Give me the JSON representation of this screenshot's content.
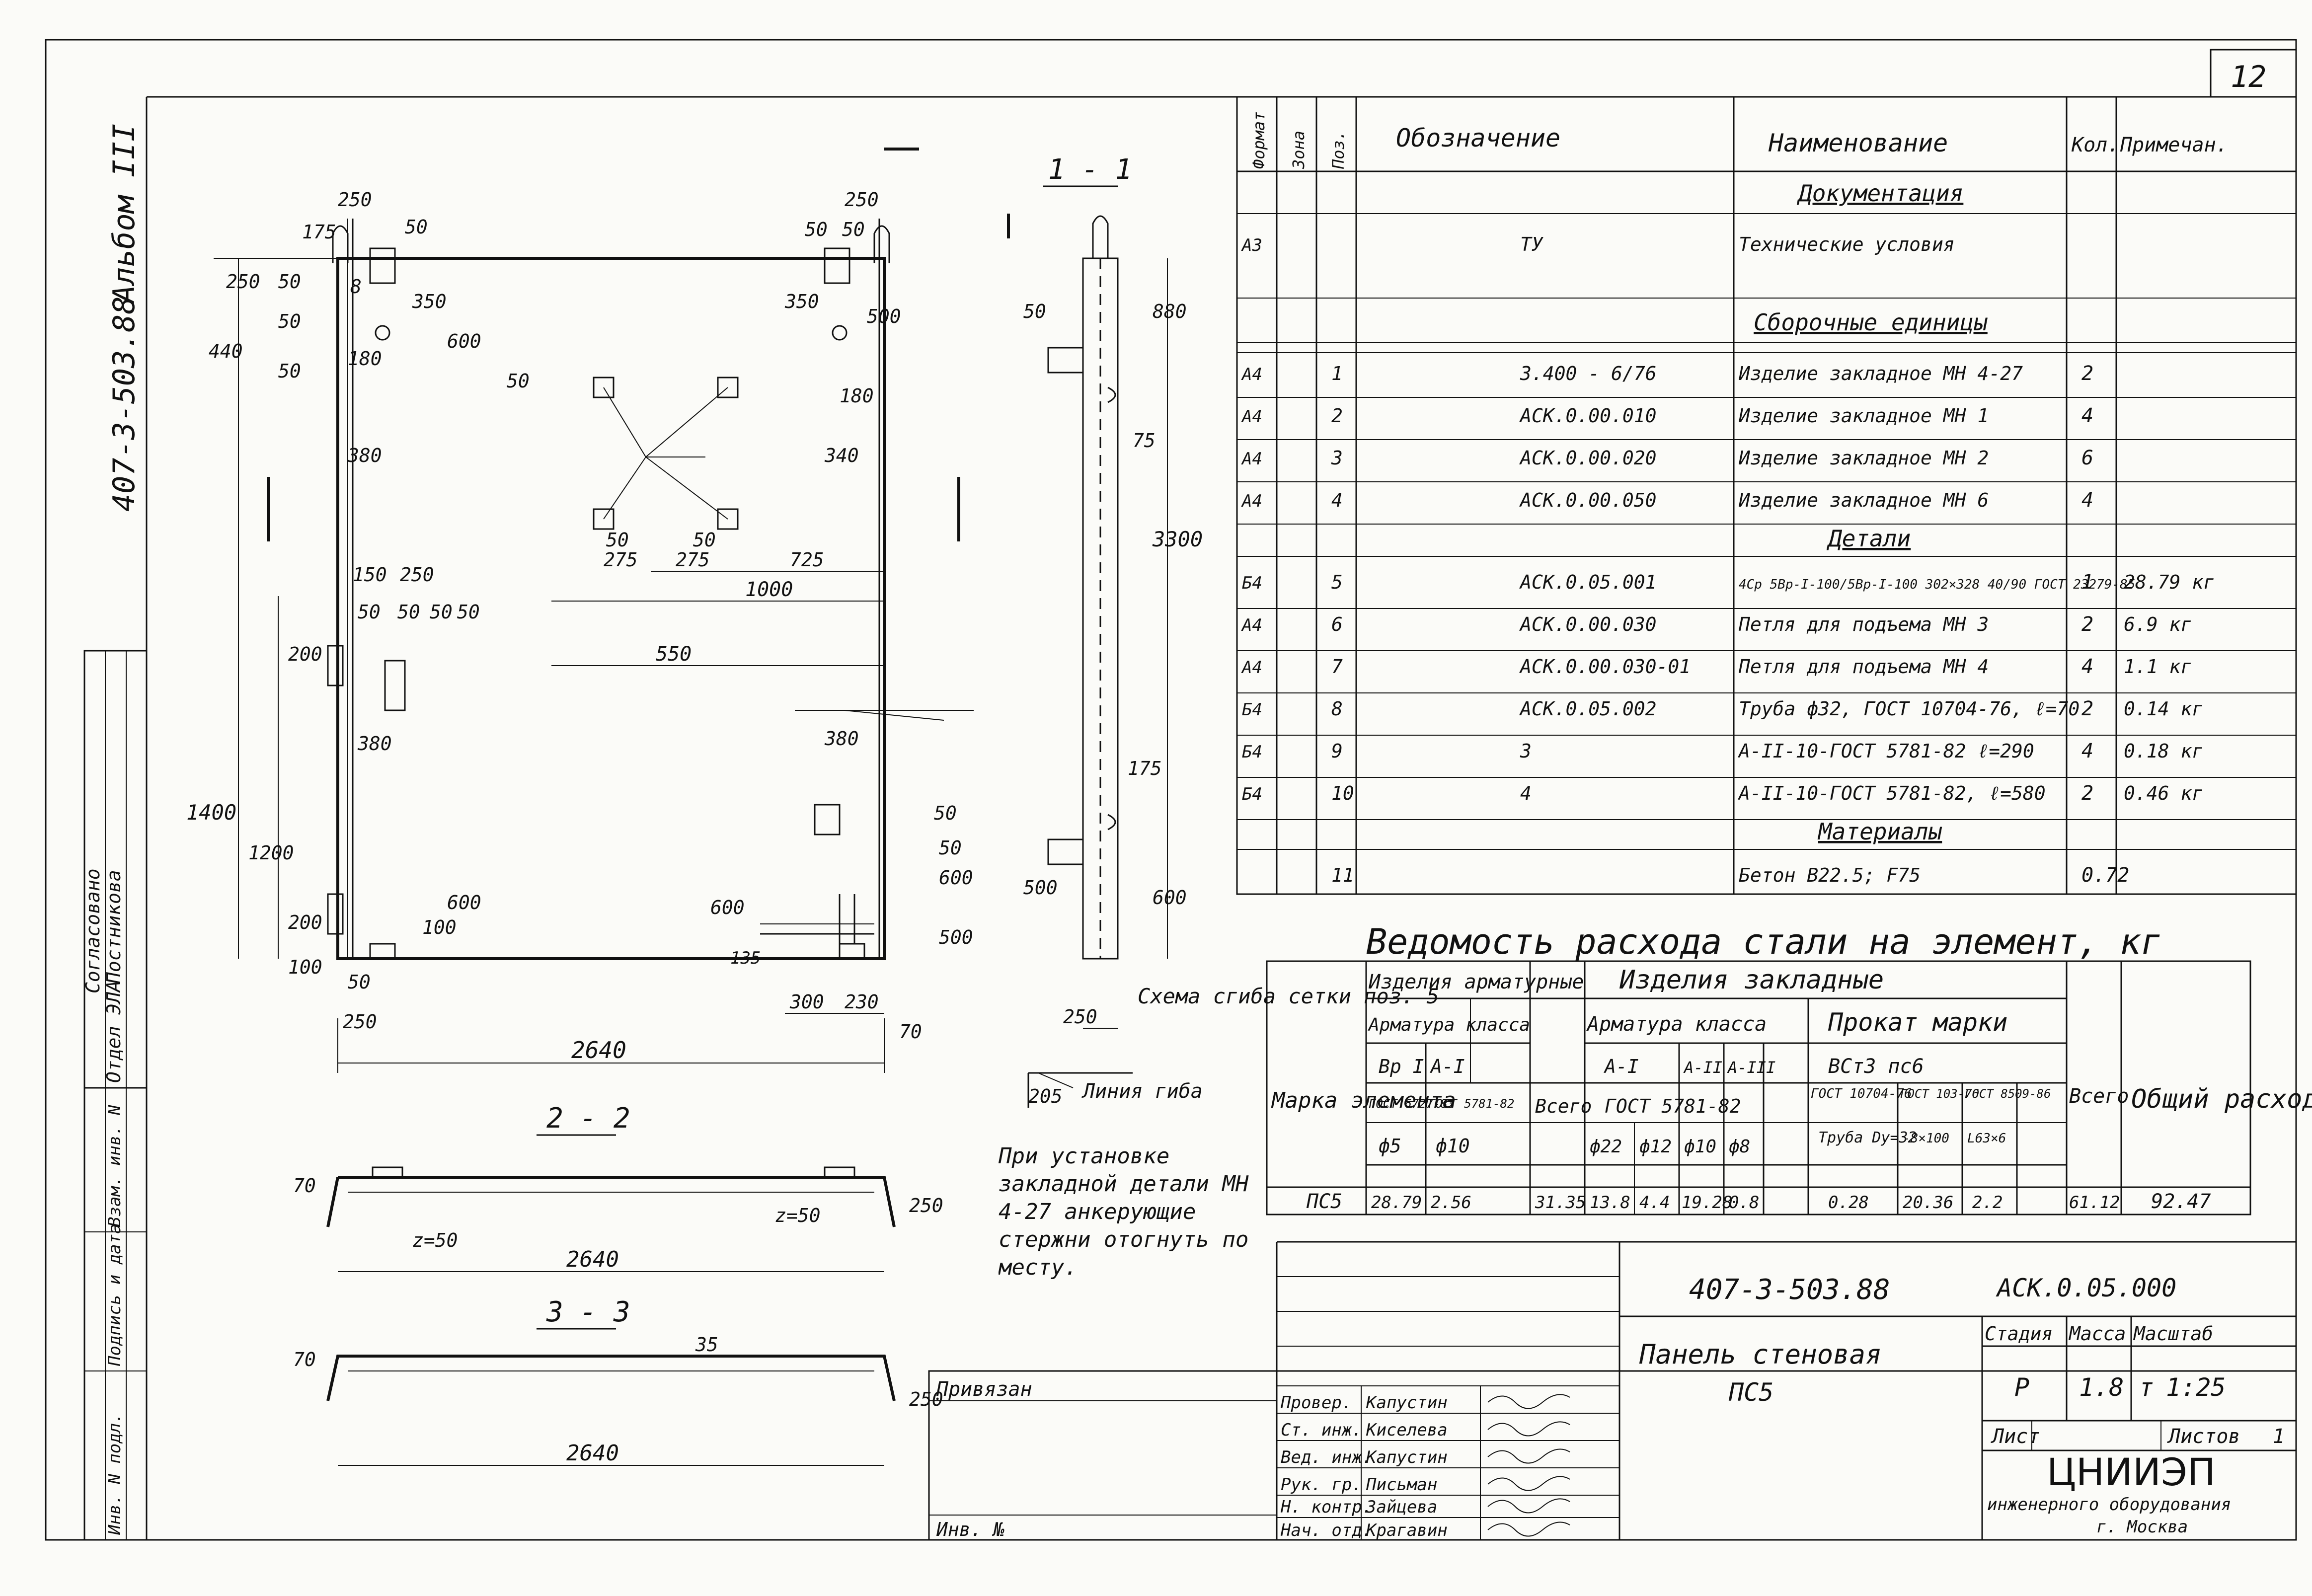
{
  "sheet_number": "12",
  "album": {
    "code": "407-3-503.88",
    "volume": "Альбом III"
  },
  "side_stamp": {
    "agreed": "Согласовано",
    "dept": "Отдел ЭЛА",
    "approver": "Постникова",
    "rows": [
      "Инв. N подл.",
      "Подпись и дата",
      "Взам. инв. N"
    ]
  },
  "views": {
    "section_1_1": "1 - 1",
    "section_2_2": "2 - 2",
    "section_3_3": "3 - 3",
    "scheme_caption": "Схема сгиба сетки поз. 5",
    "bend_line": "Линия гиба",
    "note": "При установке закладной детали МН 4-27 анкерующие стержни отогнуть по месту."
  },
  "dimensions": {
    "elev_top": [
      "250",
      "50",
      "175",
      "250",
      "440",
      "50",
      "50",
      "50",
      "350",
      "600",
      "180",
      "380",
      "8"
    ],
    "elev_mid": [
      "150",
      "250",
      "50",
      "50",
      "50",
      "50",
      "200",
      "380",
      "1400",
      "1200",
      "200",
      "100",
      "50",
      "250",
      "600",
      "100"
    ],
    "width": "2640",
    "right_panel": [
      "250",
      "50",
      "50",
      "50",
      "350",
      "500",
      "180",
      "340",
      "725",
      "1000",
      "550",
      "275",
      "275",
      "50",
      "50",
      "380",
      "600",
      "135",
      "300",
      "230",
      "70",
      "500",
      "600",
      "50",
      "50"
    ],
    "section": [
      "880",
      "3300",
      "75",
      "175",
      "500",
      "600",
      "250",
      "50",
      "205"
    ],
    "s22": [
      "70",
      "250",
      "z=50",
      "z=50",
      "2640"
    ],
    "s33": [
      "70",
      "250",
      "35",
      "2640"
    ]
  },
  "spec_table": {
    "headers": [
      "Формат",
      "Зона",
      "Поз.",
      "Обозначение",
      "Наименование",
      "Кол.",
      "Примечан."
    ],
    "sections": {
      "docs": "Документация",
      "units": "Сборочные единицы",
      "parts": "Детали",
      "materials": "Материалы"
    },
    "rows": [
      {
        "format": "А3",
        "pos": "",
        "code": "ТУ",
        "name": "Технические условия",
        "qty": "",
        "note": ""
      },
      {
        "format": "А4",
        "pos": "1",
        "code": "3.400 - 6/76",
        "name": "Изделие закладное МН 4-27",
        "qty": "2",
        "note": ""
      },
      {
        "format": "А4",
        "pos": "2",
        "code": "АСК.0.00.010",
        "name": "Изделие закладное МН 1",
        "qty": "4",
        "note": ""
      },
      {
        "format": "А4",
        "pos": "3",
        "code": "АСК.0.00.020",
        "name": "Изделие закладное МН 2",
        "qty": "6",
        "note": ""
      },
      {
        "format": "А4",
        "pos": "4",
        "code": "АСК.0.00.050",
        "name": "Изделие закладное МН 6",
        "qty": "4",
        "note": ""
      },
      {
        "format": "Б4",
        "pos": "5",
        "code": "АСК.0.05.001",
        "name": "4Ср 5Вр-I-100/5Вр-I-100 302×328 40/90 ГОСТ 23279-85",
        "qty": "1",
        "note": "28.79 кг"
      },
      {
        "format": "А4",
        "pos": "6",
        "code": "АСК.0.00.030",
        "name": "Петля для подъема МН 3",
        "qty": "2",
        "note": "6.9 кг"
      },
      {
        "format": "А4",
        "pos": "7",
        "code": "АСК.0.00.030-01",
        "name": "Петля для подъема МН 4",
        "qty": "4",
        "note": "1.1 кг"
      },
      {
        "format": "Б4",
        "pos": "8",
        "code": "АСК.0.05.002",
        "name": "Труба ф32, ГОСТ 10704-76, ℓ=70",
        "qty": "2",
        "note": "0.14 кг"
      },
      {
        "format": "Б4",
        "pos": "9",
        "code": "3",
        "name": "А-II-10-ГОСТ 5781-82 ℓ=290",
        "qty": "4",
        "note": "0.18 кг"
      },
      {
        "format": "Б4",
        "pos": "10",
        "code": "4",
        "name": "А-II-10-ГОСТ 5781-82, ℓ=580",
        "qty": "2",
        "note": "0.46 кг"
      },
      {
        "format": "",
        "pos": "11",
        "code": "",
        "name": "Бетон В22.5; F75",
        "qty": "0.72",
        "note": ""
      }
    ]
  },
  "steel_table": {
    "title": "Ведомость расхода стали на элемент, кг",
    "col_mark": "Марка элемента",
    "grp_rebar": "Изделия арматурные",
    "grp_embed": "Изделия закладные",
    "rebar_class": "Арматура класса",
    "vr1": "Вр I",
    "a1": "А-I",
    "gost_vr": "ГОСТ 6727-83",
    "gost_a1": "ГОСТ 5781-82",
    "d5": "ф5",
    "d10": "ф10",
    "total": "Всего",
    "emb_class": "Арматура класса",
    "emb_a1": "А-I",
    "emb_a2": "А-II",
    "emb_a3": "А-III",
    "emb_gost": "ГОСТ 5781-82",
    "d22": "ф22",
    "d12": "ф12",
    "d10b": "ф10",
    "d8": "ф8",
    "prokat": "Прокат марки",
    "vst": "ВСт3 пс6",
    "g1": "ГОСТ 10704-76",
    "g2": "ГОСТ 103-76",
    "g3": "ГОСТ 8509-86",
    "p1": "Труба Dy=32",
    "p2": "-8×100",
    "p3": "L63×6",
    "total2": "Всего",
    "grand": "Общий расход",
    "row": {
      "mark": "ПС5",
      "v1": "28.79",
      "v2": "2.56",
      "t1": "31.35",
      "e1": "13.8",
      "e2": "4.4",
      "e3": "19.28",
      "e4": "0.8",
      "p1": "0.28",
      "p2": "20.36",
      "p3": "2.2",
      "t2": "61.12",
      "grand": "92.47"
    }
  },
  "title_block": {
    "privyazan": "Привязан",
    "inv": "Инв. №",
    "people": [
      {
        "role": "Провер.",
        "name": "Капустин"
      },
      {
        "role": "Ст. инж.",
        "name": "Киселева"
      },
      {
        "role": "Вед. инж.",
        "name": "Капустин"
      },
      {
        "role": "Рук. гр.",
        "name": "Письман"
      },
      {
        "role": "Н. контр.",
        "name": "Зайцева"
      },
      {
        "role": "Нач. отд.",
        "name": "Крагавин"
      }
    ],
    "doc_code": "407-3-503.88",
    "doc_code2": "АСК.0.05.000",
    "title": "Панель стеновая",
    "mark": "ПС5",
    "stage_lbl": "Стадия",
    "mass_lbl": "Масса",
    "scale_lbl": "Масштаб",
    "stage": "Р",
    "mass": "1.8 т",
    "scale": "1:25",
    "sheet_lbl": "Лист",
    "sheets_lbl": "Листов",
    "sheets": "1",
    "org": "ЦНИИЭП",
    "org_sub": "инженерного оборудования",
    "city": "г. Москва"
  }
}
